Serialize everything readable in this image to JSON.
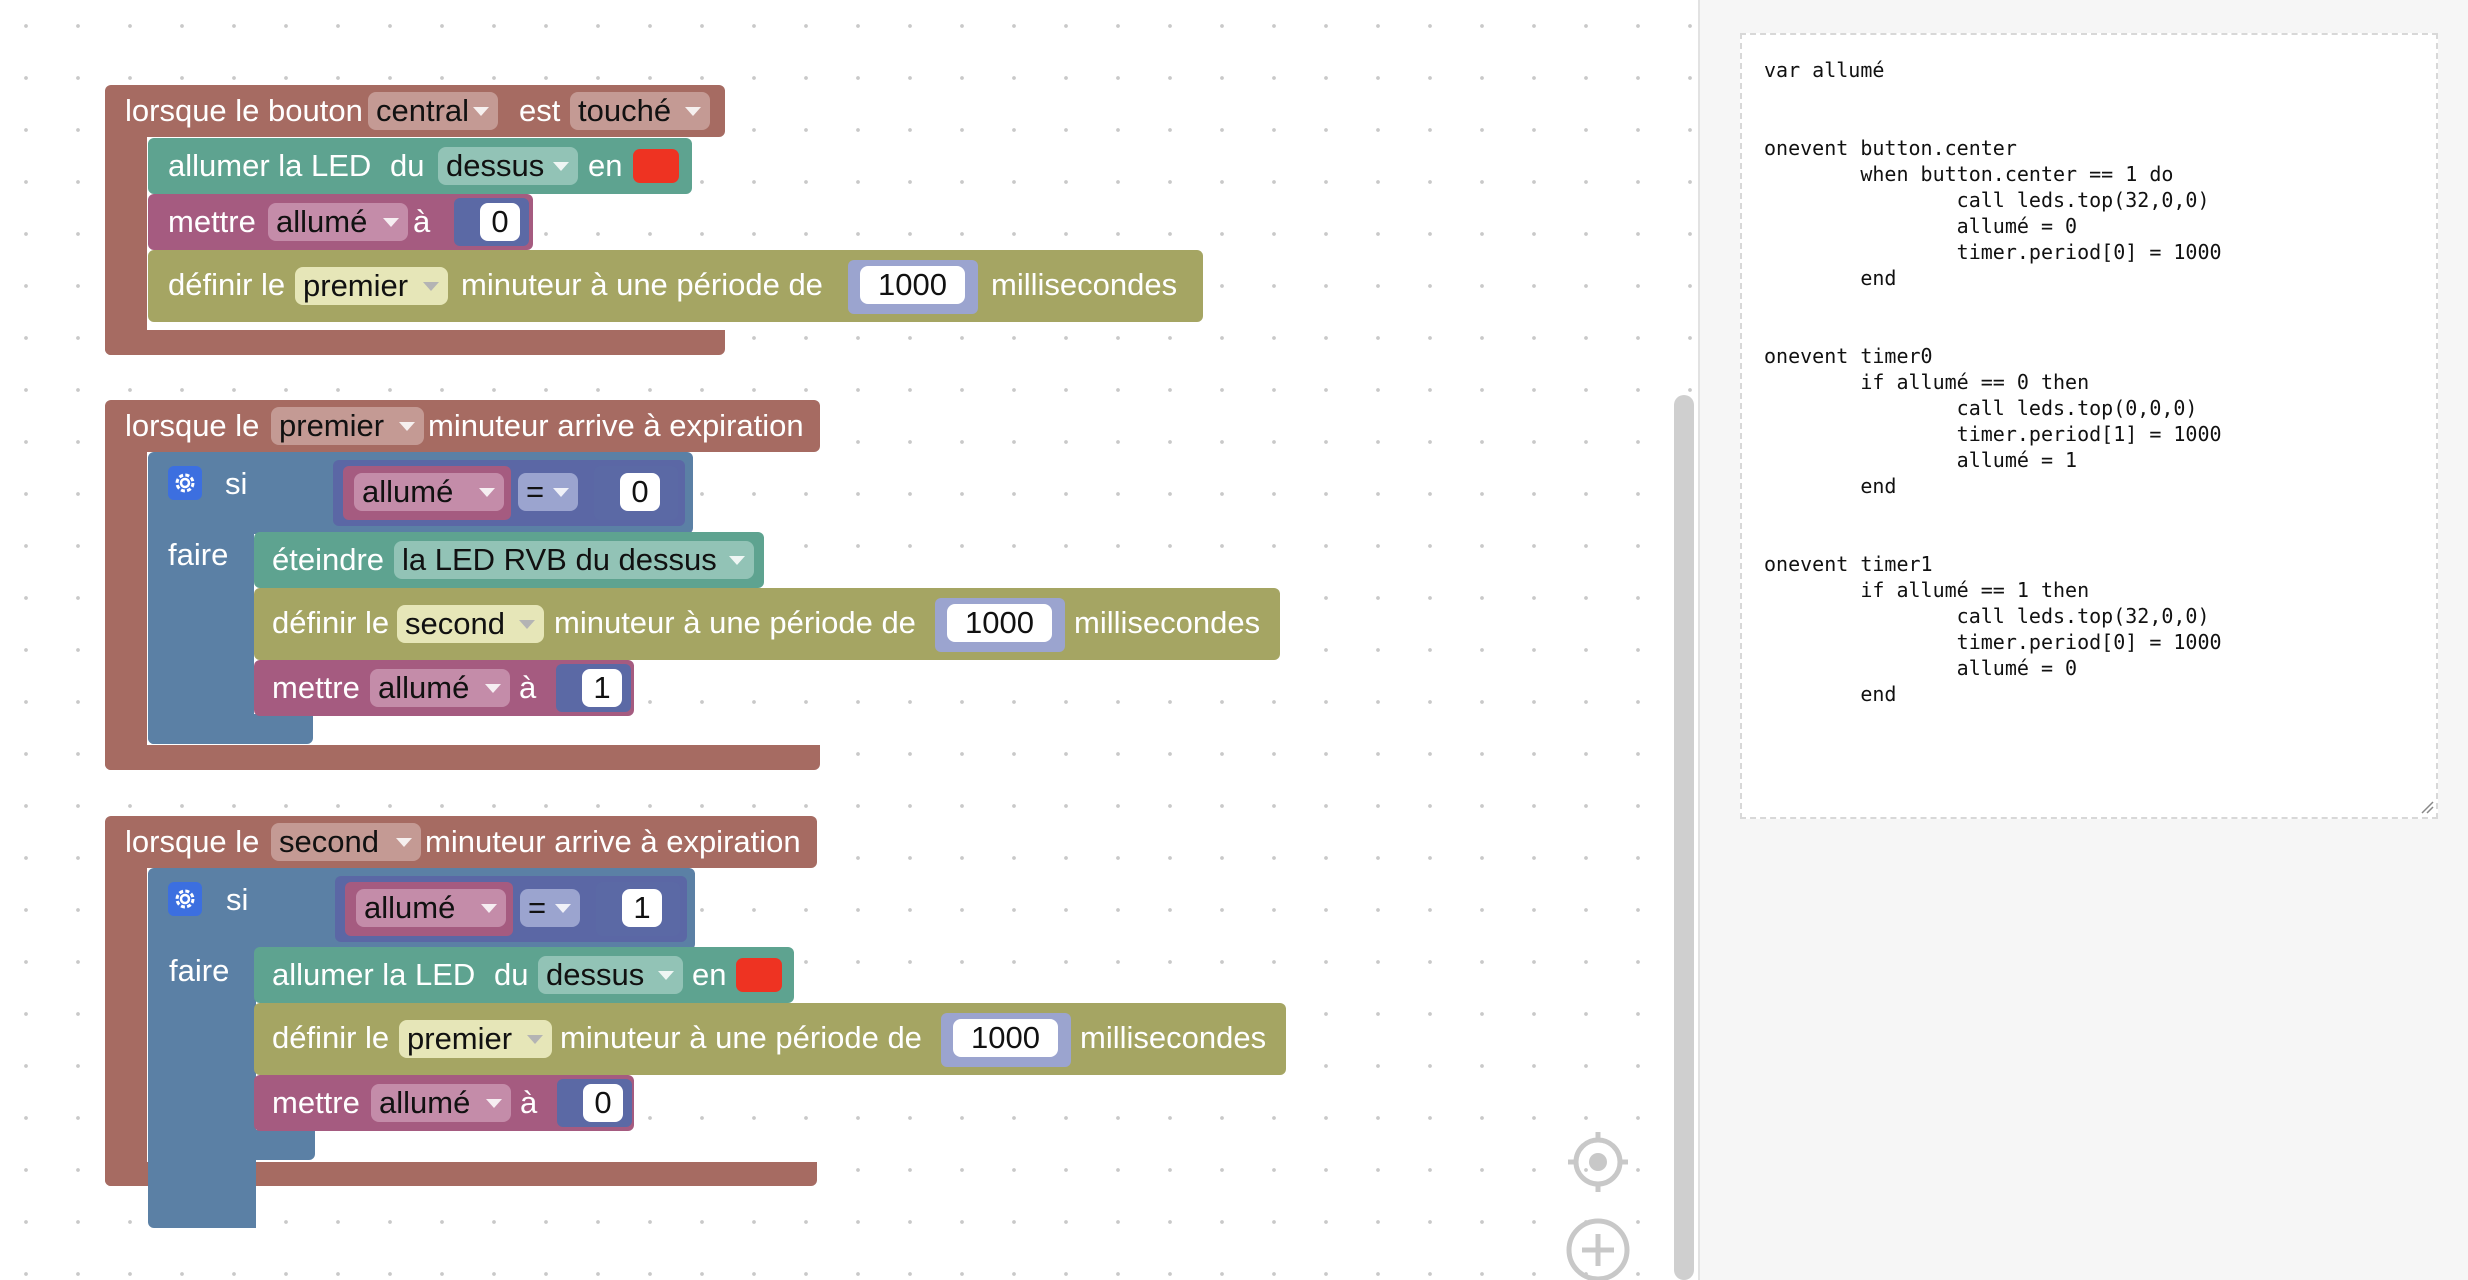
{
  "colors": {
    "event": "#a66b62",
    "led": "#5ea390",
    "variable": "#a55b80",
    "number": "#5b69a5",
    "timer": "#a5a563",
    "control": "#5b80a5",
    "led_color": "#ee3322"
  },
  "blocks": {
    "b1": {
      "hat": {
        "t1": "lorsque le bouton",
        "button": "central",
        "t2": "est",
        "event": "touché"
      },
      "led": {
        "t1": "allumer la LED",
        "t2": "du",
        "which": "dessus",
        "t3": "en"
      },
      "set": {
        "t1": "mettre",
        "var": "allumé",
        "t2": "à",
        "value": "0"
      },
      "timer": {
        "t1": "définir le",
        "which": "premier",
        "t2": "minuteur à une période de",
        "value": "1000",
        "t3": "millisecondes"
      }
    },
    "b2": {
      "hat": {
        "t1": "lorsque le",
        "which": "premier",
        "t2": "minuteur arrive à expiration"
      },
      "if": {
        "si": "si",
        "var": "allumé",
        "op": "=",
        "value": "0",
        "faire": "faire"
      },
      "off": {
        "t1": "éteindre",
        "which": "la LED RVB du dessus"
      },
      "timer": {
        "t1": "définir le",
        "which": "second",
        "t2": "minuteur à une période de",
        "value": "1000",
        "t3": "millisecondes"
      },
      "set": {
        "t1": "mettre",
        "var": "allumé",
        "t2": "à",
        "value": "1"
      }
    },
    "b3": {
      "hat": {
        "t1": "lorsque le",
        "which": "second",
        "t2": "minuteur arrive à expiration"
      },
      "if": {
        "si": "si",
        "var": "allumé",
        "op": "=",
        "value": "1",
        "faire": "faire"
      },
      "led": {
        "t1": "allumer la LED",
        "t2": "du",
        "which": "dessus",
        "t3": "en"
      },
      "timer": {
        "t1": "définir le",
        "which": "premier",
        "t2": "minuteur à une période de",
        "value": "1000",
        "t3": "millisecondes"
      },
      "set": {
        "t1": "mettre",
        "var": "allumé",
        "t2": "à",
        "value": "0"
      }
    }
  },
  "controls": {
    "recenter_icon": "crosshair-icon",
    "zoom_in_icon": "plus-circle-icon"
  },
  "code": "var allumé\n\n\nonevent button.center\n\twhen button.center == 1 do\n\t\tcall leds.top(32,0,0)\n\t\tallumé = 0\n\t\ttimer.period[0] = 1000\n\tend\n\n\nonevent timer0\n\tif allumé == 0 then\n\t\tcall leds.top(0,0,0)\n\t\ttimer.period[1] = 1000\n\t\tallumé = 1\n\tend\n\n\nonevent timer1\n\tif allumé == 1 then\n\t\tcall leds.top(32,0,0)\n\t\ttimer.period[0] = 1000\n\t\tallumé = 0\n\tend\n"
}
